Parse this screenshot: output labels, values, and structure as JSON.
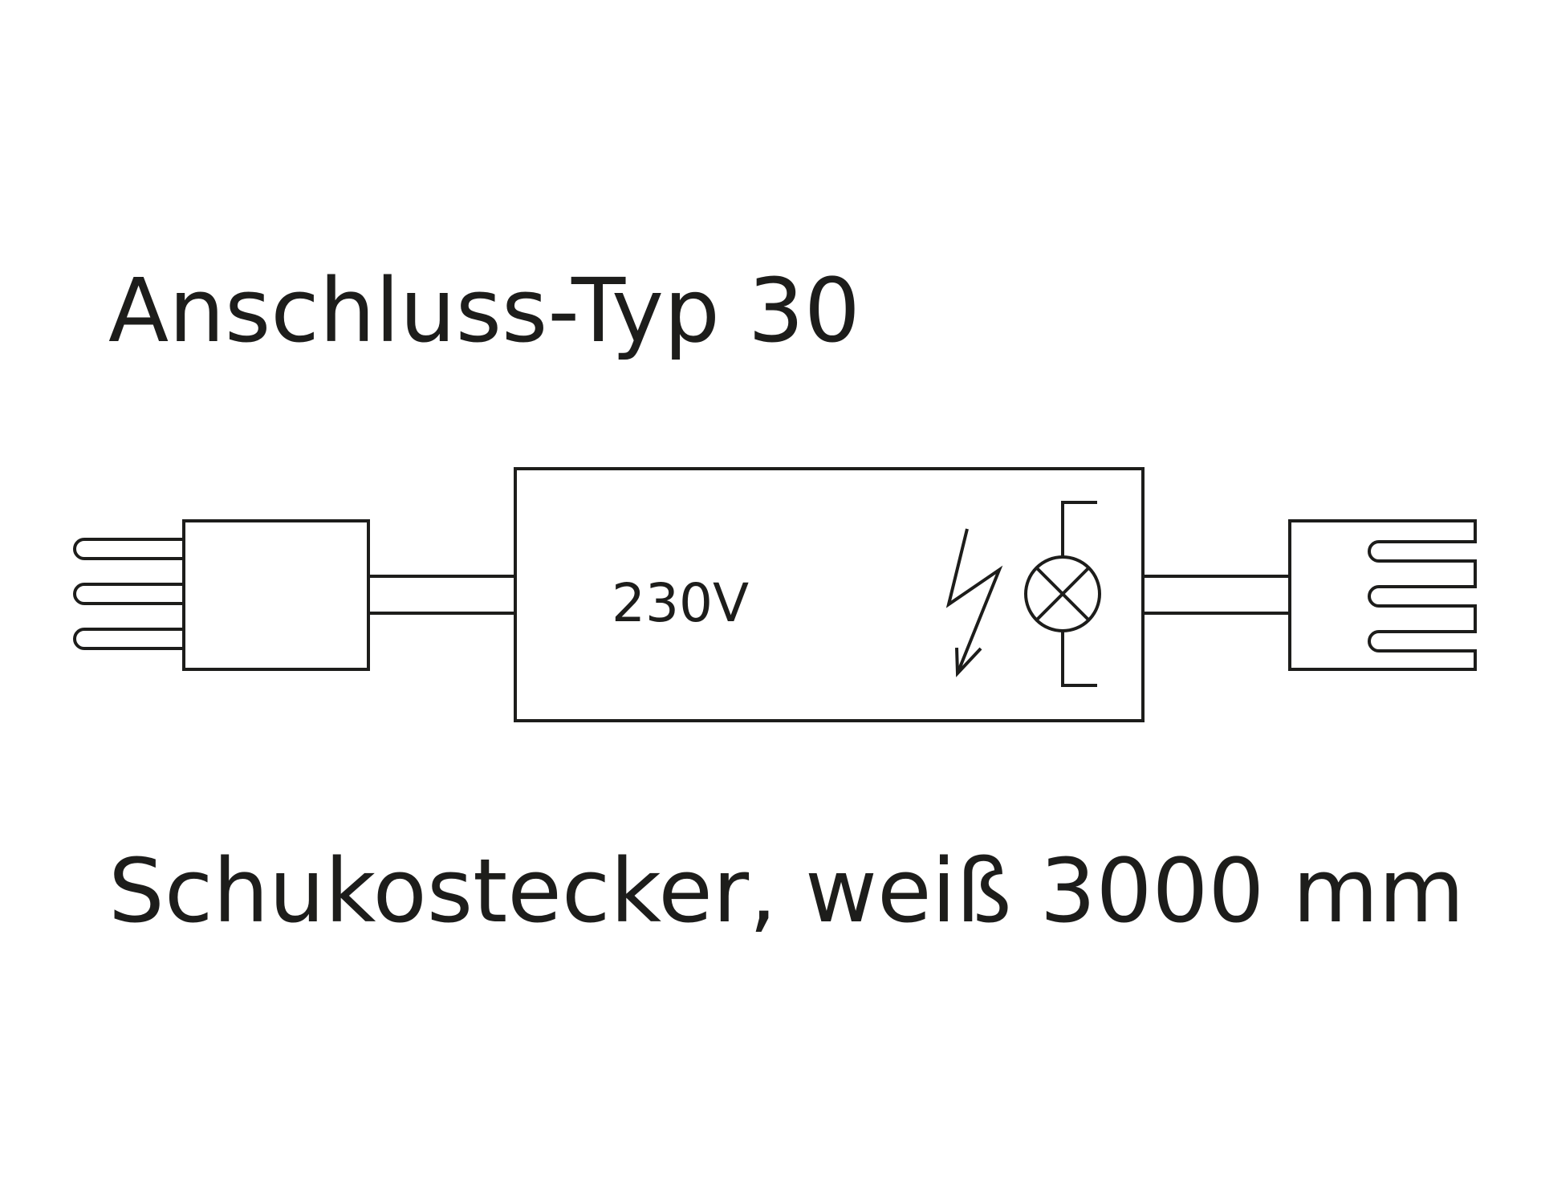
{
  "diagram": {
    "title": "Anschluss-Typ 30",
    "voltage_label": "230V",
    "footer_label": "Schukostecker, weiß 3000 mm",
    "colors": {
      "stroke": "#1d1d1b",
      "background": "#ffffff"
    },
    "symbols": [
      "plug-icon",
      "driver-box",
      "lightning-icon",
      "lamp-icon",
      "socket-icon"
    ]
  }
}
